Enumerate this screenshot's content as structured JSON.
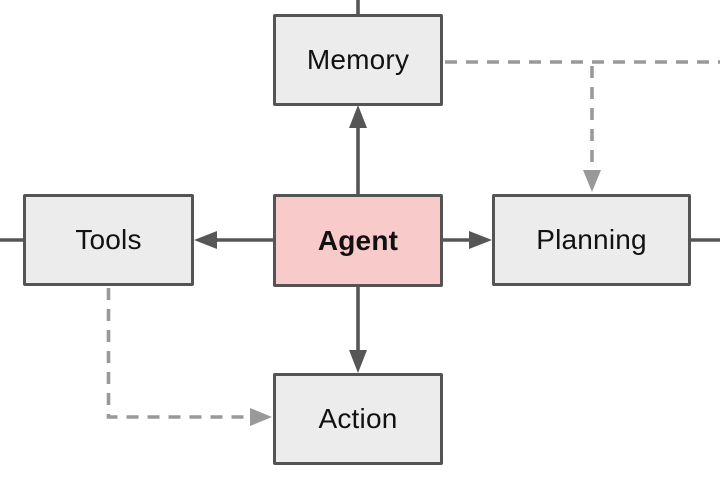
{
  "diagram": {
    "nodes": {
      "memory": {
        "label": "Memory"
      },
      "tools": {
        "label": "Tools"
      },
      "agent": {
        "label": "Agent",
        "emphasis": "bold",
        "fill": "#f9caca"
      },
      "planning": {
        "label": "Planning"
      },
      "action": {
        "label": "Action"
      }
    },
    "edges": [
      {
        "from": "agent",
        "to": "memory",
        "style": "solid",
        "arrow": "into-memory-bottom"
      },
      {
        "from": "agent",
        "to": "tools",
        "style": "solid",
        "arrow": "into-tools-right"
      },
      {
        "from": "agent",
        "to": "planning",
        "style": "solid",
        "arrow": "into-planning-left"
      },
      {
        "from": "agent",
        "to": "action",
        "style": "solid",
        "arrow": "into-action-top"
      },
      {
        "from": "memory",
        "to": "planning",
        "style": "dashed",
        "arrow": "into-planning-top"
      },
      {
        "from": "memory",
        "to": "off-canvas-right",
        "style": "dashed",
        "arrow": "none"
      },
      {
        "from": "tools",
        "to": "action",
        "style": "dashed",
        "arrow": "into-action-left"
      },
      {
        "from": "off-canvas-top",
        "to": "memory",
        "style": "solid",
        "arrow": "none"
      },
      {
        "from": "tools",
        "to": "off-canvas-left",
        "style": "solid",
        "arrow": "none"
      },
      {
        "from": "planning",
        "to": "off-canvas-right",
        "style": "solid",
        "arrow": "none"
      }
    ]
  },
  "colors": {
    "background": "#ffffff",
    "node-fill": "#ececec",
    "node-border": "#545454",
    "agent-fill": "#f9caca",
    "solid-line": "#565656",
    "dashed-line": "#999999",
    "text": "#111111"
  }
}
